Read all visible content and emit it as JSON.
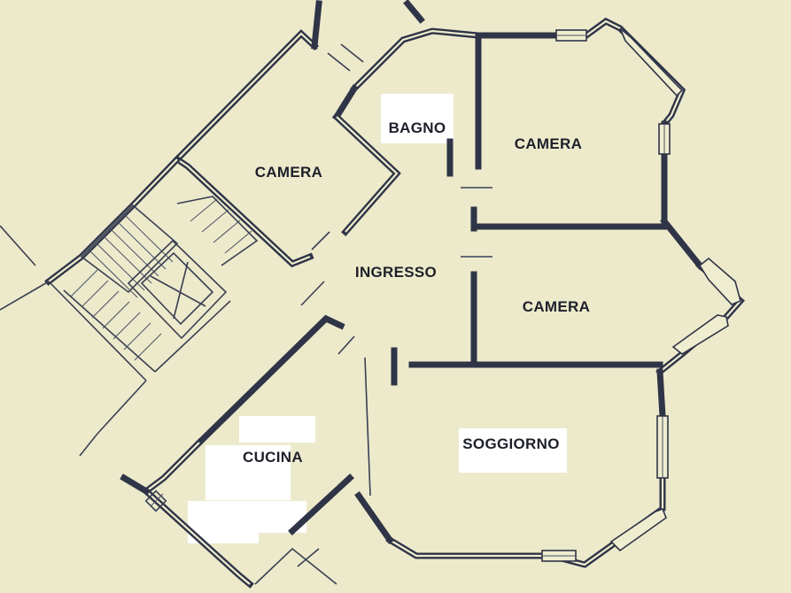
{
  "plan": {
    "rooms": [
      {
        "id": "camera-1",
        "label": "CAMERA"
      },
      {
        "id": "bagno",
        "label": "BAGNO"
      },
      {
        "id": "camera-2",
        "label": "CAMERA"
      },
      {
        "id": "ingresso",
        "label": "INGRESSO"
      },
      {
        "id": "camera-3",
        "label": "CAMERA"
      },
      {
        "id": "cucina",
        "label": "CUCINA"
      },
      {
        "id": "soggiorno",
        "label": "SOGGIORNO"
      }
    ]
  },
  "colors": {
    "paper": "#efedcf",
    "ink": "#2f3447"
  }
}
